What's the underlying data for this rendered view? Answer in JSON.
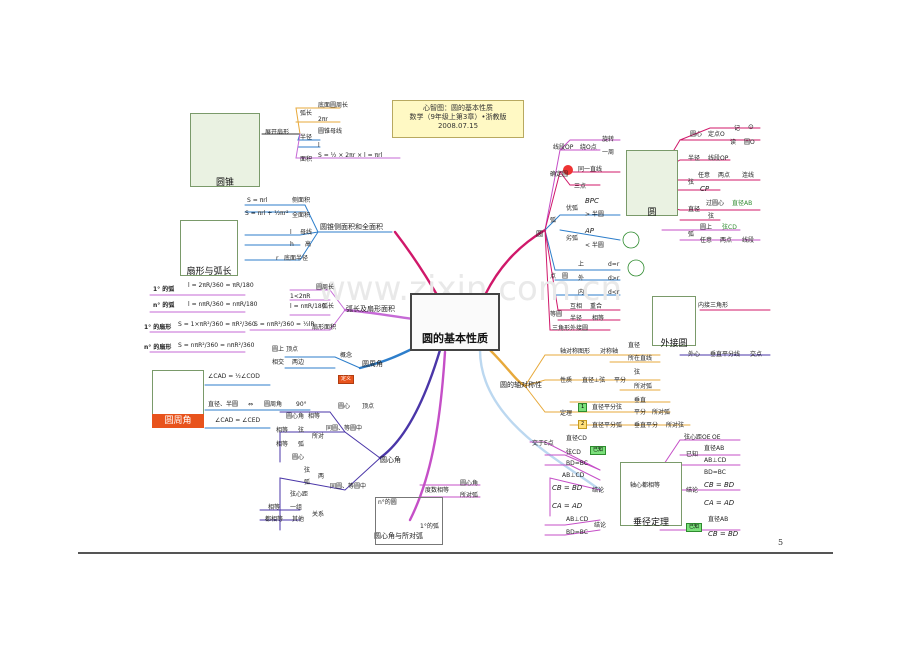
{
  "header": {
    "line1": "心智图：圆的基本性质",
    "line2": "数学（9年级上第3章）•浙教版",
    "line3": "2008.07.15"
  },
  "center": {
    "title": "圆的基本性质"
  },
  "branches": {
    "cone_area": "圆锥侧面积和全面积",
    "arc_sector": "弧长及扇形面积",
    "inscribed_angle": "圆周角",
    "central_angle": "圆心角",
    "inscribed_arc": "圆心角与所对弧",
    "circle": "圆",
    "symmetry": "圆的轴对称性",
    "perp_theorem": "垂径定理"
  },
  "captions": {
    "cone": "圆锥",
    "sector": "扇形与弧长",
    "inscribed": "圆周角",
    "circle": "圆",
    "circumscribed": "外接圆"
  },
  "footer": {
    "page": "5"
  },
  "watermark": "www.zixin.com.cn",
  "cone_labels": [
    {
      "k": "expand",
      "v": "展开扇形"
    },
    {
      "k": "arc",
      "v": "弧长"
    },
    {
      "k": "base_perim",
      "v": "底面圆周长"
    },
    {
      "k": "two_pi_r",
      "v": "2πr"
    },
    {
      "k": "radius",
      "v": "半径"
    },
    {
      "k": "generatrix",
      "v": "圆锥母线"
    },
    {
      "k": "l",
      "v": "l"
    },
    {
      "k": "area",
      "v": "面积"
    },
    {
      "k": "area_formula",
      "v": "S = ½ × 2πr × l = πrl"
    }
  ],
  "lateral": [
    {
      "k": "s1",
      "v": "S = πrl"
    },
    {
      "k": "side",
      "v": "侧面积"
    },
    {
      "k": "s2",
      "v": "S = πrl + ½πr²"
    },
    {
      "k": "full",
      "v": "全面积"
    },
    {
      "k": "l2",
      "v": "l"
    },
    {
      "k": "gen2",
      "v": "母线"
    },
    {
      "k": "h",
      "v": "h"
    },
    {
      "k": "height",
      "v": "高"
    },
    {
      "k": "r",
      "v": "r"
    },
    {
      "k": "baser",
      "v": "底面半径"
    }
  ],
  "arc_left": [
    {
      "k": "a1",
      "v": "1° 的弧"
    },
    {
      "k": "f1",
      "v": "l = 2πR/360 = πR/180"
    },
    {
      "k": "an",
      "v": "n° 的弧"
    },
    {
      "k": "f2",
      "v": "l = nπR/360 = nπR/180"
    },
    {
      "k": "s1",
      "v": "1° 的扇形"
    },
    {
      "k": "f3",
      "v": "S = 1×πR²/360 = πR²/360"
    },
    {
      "k": "sn",
      "v": "n° 的扇形"
    },
    {
      "k": "f4",
      "v": "S = nπR²/360 = nπR²/360"
    }
  ],
  "arc_right": [
    {
      "k": "circ",
      "v": "圆周长"
    },
    {
      "k": "c2",
      "v": "1<2πR"
    },
    {
      "k": "lform",
      "v": "l = nπR/180"
    },
    {
      "k": "arclen",
      "v": "弧长"
    },
    {
      "k": "sform",
      "v": "S = nπR²/360 = ½lR"
    },
    {
      "k": "secarea",
      "v": "扇形面积"
    }
  ],
  "inscribed_left": [
    {
      "k": "top",
      "v": "顶点"
    },
    {
      "k": "on",
      "v": "圆上"
    },
    {
      "k": "intersect",
      "v": "相交"
    },
    {
      "k": "two",
      "v": "两边"
    },
    {
      "k": "concept",
      "v": "概念"
    },
    {
      "k": "def",
      "v": "定义"
    },
    {
      "k": "cad",
      "v": "∠CAD = ½∠COD"
    },
    {
      "k": "ced",
      "v": "∠CAD = ∠CED"
    },
    {
      "k": "diam",
      "v": "直径、半圆"
    },
    {
      "k": "iff",
      "v": "⇔"
    },
    {
      "k": "ang",
      "v": "圆周角"
    },
    {
      "k": "ninety",
      "v": "90°"
    }
  ],
  "central": [
    {
      "k": "center",
      "v": "圆心"
    },
    {
      "k": "vertex",
      "v": "顶点"
    },
    {
      "k": "samecircle",
      "v": "同圆、等圆中"
    },
    {
      "k": "angle",
      "v": "圆心角"
    },
    {
      "k": "eq",
      "v": "相等"
    },
    {
      "k": "eq2",
      "v": "相等"
    },
    {
      "k": "chord",
      "v": "弦"
    },
    {
      "k": "arcs",
      "v": "所对"
    },
    {
      "k": "eq3",
      "v": "相等"
    },
    {
      "k": "arc2",
      "v": "弧"
    },
    {
      "k": "sc2",
      "v": "同圆、等圆中"
    },
    {
      "k": "cen2",
      "v": "圆心"
    },
    {
      "k": "ch2",
      "v": "弦"
    },
    {
      "k": "ar3",
      "v": "弧"
    },
    {
      "k": "cdist",
      "v": "弦心距"
    },
    {
      "k": "two2",
      "v": "两"
    },
    {
      "k": "rel",
      "v": "关系"
    },
    {
      "k": "one",
      "v": "一组"
    },
    {
      "k": "eqall",
      "v": "相等"
    },
    {
      "k": "all",
      "v": "都相等"
    },
    {
      "k": "other",
      "v": "其他"
    }
  ],
  "inscribed_arc": [
    {
      "k": "nangle",
      "v": "n°的圆"
    },
    {
      "k": "deg",
      "v": "度数相等"
    },
    {
      "k": "cen",
      "v": "圆心角"
    },
    {
      "k": "arc",
      "v": "所对弧"
    },
    {
      "k": "narc",
      "v": "1°的弧"
    }
  ],
  "circle_right": [
    {
      "k": "seg",
      "v": "线段OP"
    },
    {
      "k": "rotate",
      "v": "绕O点"
    },
    {
      "k": "spin",
      "v": "旋转"
    },
    {
      "k": "week",
      "v": "一周"
    },
    {
      "k": "det",
      "v": "确定圆"
    },
    {
      "k": "line",
      "v": "同一直线"
    },
    {
      "k": "three",
      "v": "三点"
    },
    {
      "k": "arc",
      "v": "弧"
    },
    {
      "k": "major",
      "v": "优弧"
    },
    {
      "k": "bpc",
      "v": "BPC"
    },
    {
      "k": "gt",
      "v": "> 半圆"
    },
    {
      "k": "minor",
      "v": "劣弧"
    },
    {
      "k": "ap",
      "v": "AP"
    },
    {
      "k": "lt",
      "v": "< 半圆"
    },
    {
      "k": "point",
      "v": "点"
    },
    {
      "k": "circ",
      "v": "圆"
    },
    {
      "k": "on",
      "v": "上"
    },
    {
      "k": "out",
      "v": "外"
    },
    {
      "k": "in",
      "v": "内"
    },
    {
      "k": "dr",
      "v": "d=r"
    },
    {
      "k": "dgr",
      "v": "d>r"
    },
    {
      "k": "dlr",
      "v": "d<r"
    },
    {
      "k": "equal",
      "v": "等圆"
    },
    {
      "k": "coincide",
      "v": "互相"
    },
    {
      "k": "overlap",
      "v": "重合"
    },
    {
      "k": "half",
      "v": "半径"
    },
    {
      "k": "eq",
      "v": "相等"
    },
    {
      "k": "tri",
      "v": "三角形外接圆"
    },
    {
      "k": "center",
      "v": "圆心"
    },
    {
      "k": "fixed",
      "v": "定点O"
    },
    {
      "k": "write",
      "v": "记"
    },
    {
      "k": "read",
      "v": "读"
    },
    {
      "k": "ci",
      "v": "⊙"
    },
    {
      "k": "circo",
      "v": "圆O"
    },
    {
      "k": "radius",
      "v": "半径"
    },
    {
      "k": "segop",
      "v": "线段OP"
    },
    {
      "k": "chord",
      "v": "弦"
    },
    {
      "k": "any",
      "v": "任意"
    },
    {
      "k": "twopt",
      "v": "两点"
    },
    {
      "k": "connect",
      "v": "连线"
    },
    {
      "k": "cp",
      "v": "CP"
    },
    {
      "k": "diam",
      "v": "直径"
    },
    {
      "k": "through",
      "v": "过圆心"
    },
    {
      "k": "dab",
      "v": "直径AB"
    },
    {
      "k": "chord2",
      "v": "弦"
    },
    {
      "k": "arc2",
      "v": "弧"
    },
    {
      "k": "top",
      "v": "圆上"
    },
    {
      "k": "cd",
      "v": "弦CD"
    },
    {
      "k": "any2",
      "v": "任意"
    },
    {
      "k": "two2",
      "v": "两点"
    },
    {
      "k": "line2",
      "v": "线段"
    },
    {
      "k": "tri2",
      "v": "内接三角形"
    },
    {
      "k": "outc",
      "v": "外心"
    },
    {
      "k": "perp",
      "v": "垂直平分线"
    },
    {
      "k": "cross",
      "v": "交点"
    }
  ],
  "symmetry": [
    {
      "k": "axis",
      "v": "轴对称图形"
    },
    {
      "k": "axes",
      "v": "对称轴"
    },
    {
      "k": "diam",
      "v": "直径"
    },
    {
      "k": "line",
      "v": "所在直线"
    },
    {
      "k": "nature",
      "v": "性质"
    },
    {
      "k": "diamon",
      "v": "直径⊥弦"
    },
    {
      "k": "bisect",
      "v": "平分"
    },
    {
      "k": "chord",
      "v": "弦"
    },
    {
      "k": "arcs",
      "v": "所对弧"
    },
    {
      "k": "thm",
      "v": "定理"
    },
    {
      "k": "diam2",
      "v": "直径平分弦"
    },
    {
      "k": "perp2",
      "v": "垂直"
    },
    {
      "k": "bis2",
      "v": "平分"
    },
    {
      "k": "arcs2",
      "v": "所对弧"
    },
    {
      "k": "diam3",
      "v": "直径平分弧"
    },
    {
      "k": "perp3",
      "v": "垂直平分"
    },
    {
      "k": "chord3",
      "v": "所对弦"
    }
  ],
  "perp": [
    {
      "k": "cross",
      "v": "交于E点"
    },
    {
      "k": "diamcd",
      "v": "直径CD"
    },
    {
      "k": "known",
      "v": "已知"
    },
    {
      "k": "chord",
      "v": "弦CD"
    },
    {
      "k": "bdbc",
      "v": "BD=BC"
    },
    {
      "k": "abcd",
      "v": "AB⊥CD"
    },
    {
      "k": "arc1",
      "v": "CB = BD"
    },
    {
      "k": "arc2",
      "v": "CA = AD"
    },
    {
      "k": "concl",
      "v": "结论"
    },
    {
      "k": "concl2",
      "v": "结论"
    },
    {
      "k": "abcd2",
      "v": "AB⊥CD"
    },
    {
      "k": "bdbc2",
      "v": "BD=BC"
    },
    {
      "k": "concl3",
      "v": "结论"
    },
    {
      "k": "cdist",
      "v": "弦心距OE"
    },
    {
      "k": "oe",
      "v": "OE"
    },
    {
      "k": "diamab",
      "v": "直径AB"
    },
    {
      "k": "abperp",
      "v": "AB⊥CD"
    },
    {
      "k": "known2",
      "v": "已知"
    },
    {
      "k": "bdbc3",
      "v": "BD=BC"
    },
    {
      "k": "cbbd",
      "v": "CB = BD"
    },
    {
      "k": "cabd",
      "v": "CA = AD"
    },
    {
      "k": "known3",
      "v": "已知"
    },
    {
      "k": "diamab2",
      "v": "直径AB"
    },
    {
      "k": "cbbd2",
      "v": "CB = BD"
    },
    {
      "k": "inner",
      "v": "轴心都相等"
    }
  ]
}
